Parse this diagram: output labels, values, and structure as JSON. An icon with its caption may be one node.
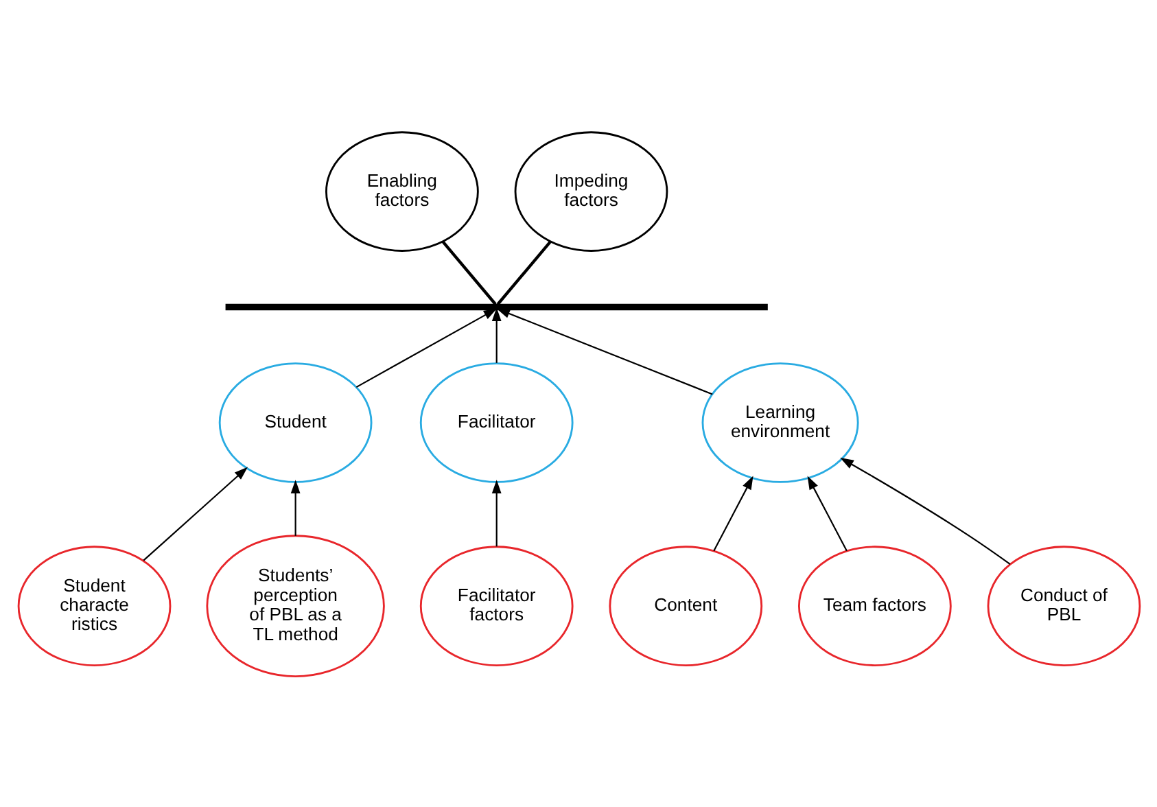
{
  "diagram": {
    "nodes": [
      {
        "text": [
          "Enabling factors"
        ]
      },
      {
        "text": [
          "Impeding factors"
        ]
      },
      {
        "text": [],
        "shape": "bar"
      },
      {
        "text": [
          "Student"
        ]
      },
      {
        "text": [
          "Facilitator"
        ]
      },
      {
        "text": [
          "Learning environment"
        ]
      },
      {
        "text": [
          "Student characte ristics"
        ]
      },
      {
        "text": [
          "Students’ perception of PBL as a TL method"
        ]
      },
      {
        "text": [
          "Content"
        ]
      },
      {
        "text": [
          "Team factors"
        ]
      },
      {
        "text": [
          "Conduct of PBL"
        ]
      },
      {
        "text": [
          "Facilitator factors"
        ]
      }
    ],
    "edges": [
      {
        "from": 2,
        "to": 0,
        "arrow": "none"
      },
      {
        "from": 2,
        "to": 1,
        "arrow": "none"
      },
      {
        "from": 3,
        "to": 2,
        "arrow": "to"
      },
      {
        "from": 4,
        "to": 2,
        "arrow": "to"
      },
      {
        "from": 5,
        "to": 2,
        "arrow": "to"
      },
      {
        "from": 6,
        "to": 3,
        "arrow": "to"
      },
      {
        "from": 7,
        "to": 3,
        "arrow": "to"
      },
      {
        "from": 8,
        "to": 5,
        "arrow": "to"
      },
      {
        "from": 9,
        "to": 5,
        "arrow": "to"
      },
      {
        "from": 10,
        "to": 5,
        "arrow": "to"
      },
      {
        "from": 11,
        "to": 4,
        "arrow": "to"
      }
    ]
  }
}
